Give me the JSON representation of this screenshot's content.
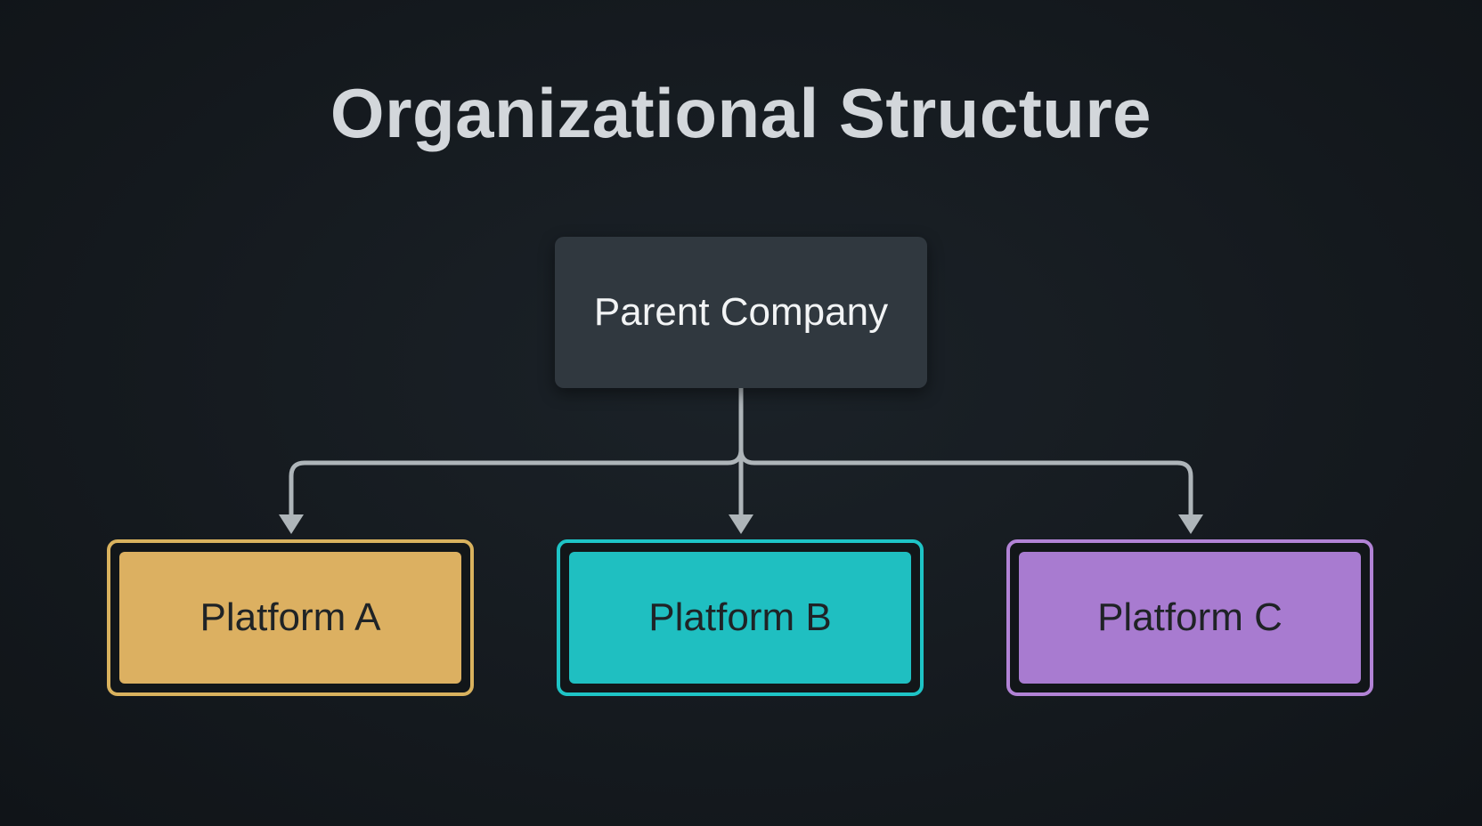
{
  "title": "Organizational Structure",
  "parent": {
    "label": "Parent Company"
  },
  "children": [
    {
      "label": "Platform A",
      "border_color": "#d9b25e",
      "fill_color": "#dcb061"
    },
    {
      "label": "Platform B",
      "border_color": "#1ec4c6",
      "fill_color": "#1fbfc1"
    },
    {
      "label": "Platform C",
      "border_color": "#b283d6",
      "fill_color": "#a87bd0"
    }
  ],
  "colors": {
    "background": "#151a1f",
    "title": "#d3d7db",
    "parent_fill": "#30383f",
    "connector": "#aeb5b9"
  }
}
